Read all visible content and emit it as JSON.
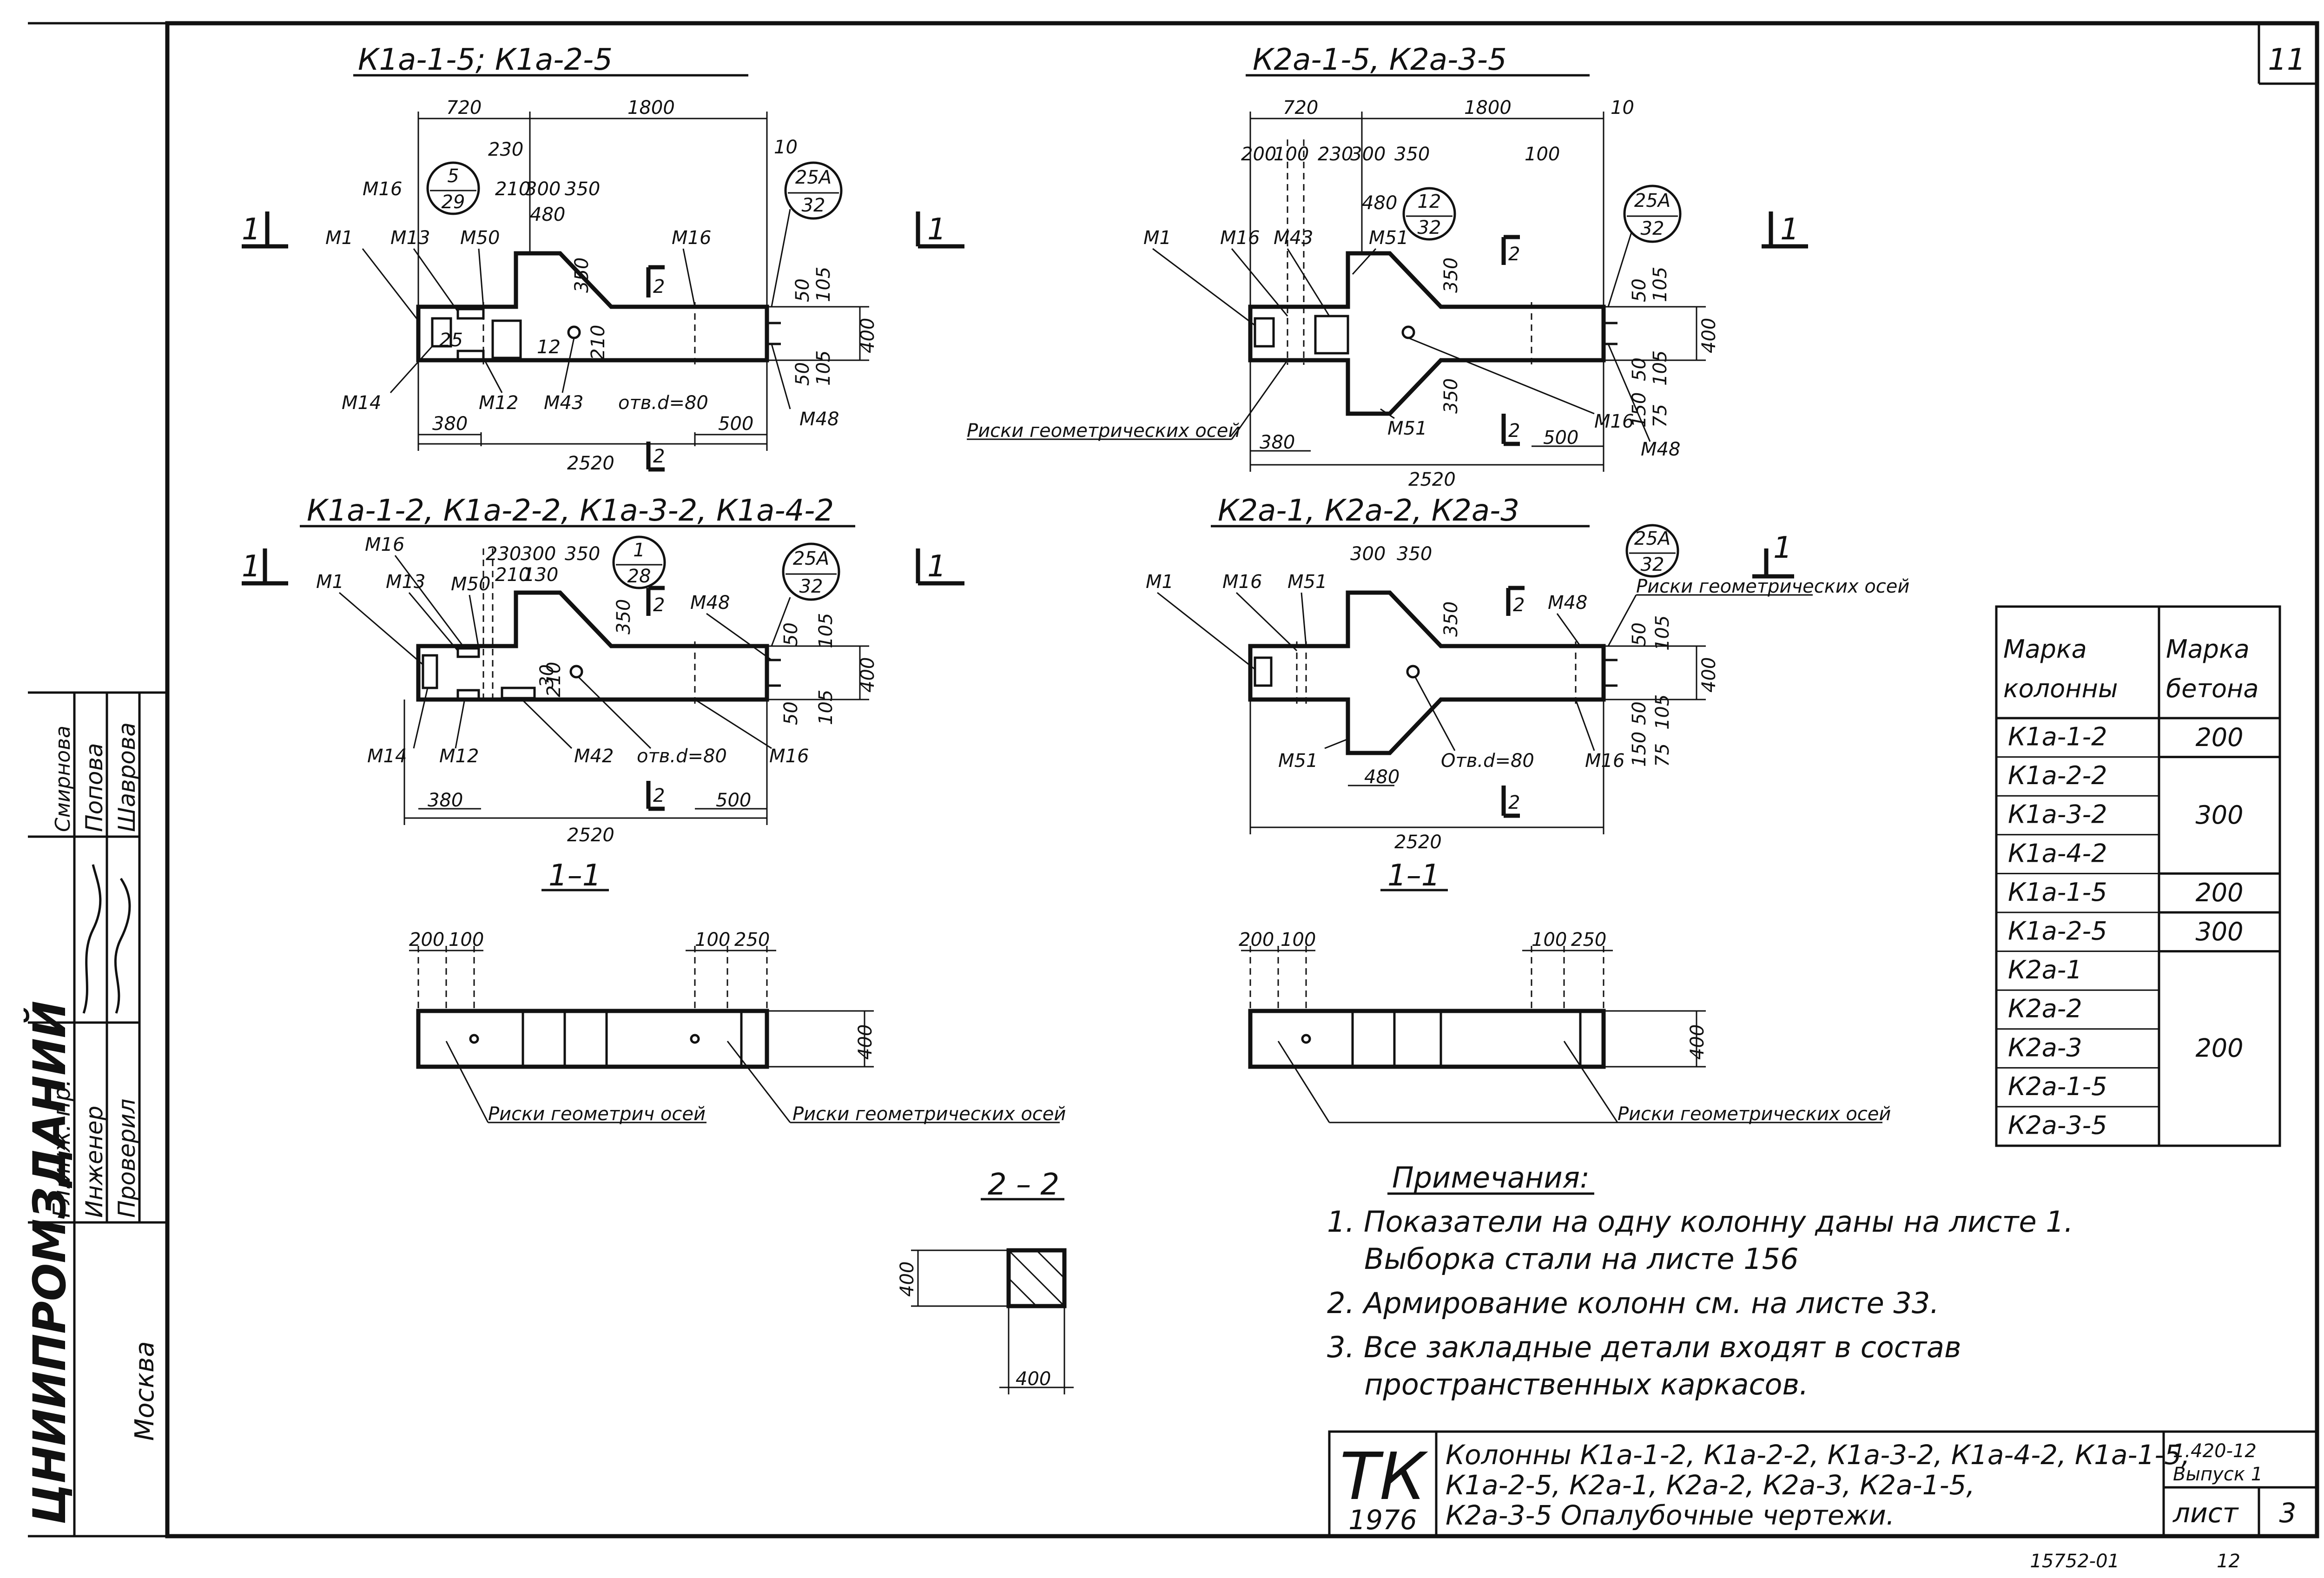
{
  "sheet": {
    "page_number": "11",
    "bottom_code": "15752-01",
    "bottom_page": "12"
  },
  "side_stamp": {
    "org": "ЦНИИПРОМЗДАНИЙ",
    "city": "Москва",
    "roles": [
      "Гл.инж. пр.",
      "Инженер",
      "Проверил"
    ],
    "names": [
      "Попова",
      "Шаврова"
    ],
    "extra": "Смирнова"
  },
  "views": {
    "v1": {
      "title": "К1а-1-5; К1а-2-5",
      "dims_top": [
        "720",
        "1800",
        "230",
        "210",
        "300",
        "350",
        "480",
        "10",
        "25",
        "12",
        "210",
        "350",
        "105",
        "400",
        "50",
        "105",
        "50"
      ],
      "dims_bottom": [
        "380",
        "500",
        "2520"
      ],
      "marks": [
        "М16",
        "М1",
        "М13",
        "М50",
        "М16",
        "М14",
        "М12",
        "М43",
        "отв.d=80",
        "М48"
      ],
      "bubbles": [
        [
          "5",
          "29"
        ],
        [
          "25А",
          "32"
        ]
      ],
      "section_marks": [
        "1",
        "1",
        "2",
        "2"
      ]
    },
    "v2": {
      "title": "К2а-1-5, К2а-3-5",
      "dims_top": [
        "720",
        "1800",
        "10",
        "200",
        "100",
        "230",
        "300",
        "350",
        "100",
        "480",
        "350",
        "350",
        "50",
        "105",
        "400",
        "50",
        "105",
        "150",
        "75"
      ],
      "dims_bottom": [
        "380",
        "500",
        "2520"
      ],
      "marks": [
        "М1",
        "М16",
        "М43",
        "М51",
        "М51",
        "М16",
        "М48"
      ],
      "bubbles": [
        [
          "12",
          "32"
        ],
        [
          "25А",
          "32"
        ]
      ],
      "note": "Риски геометрических осей",
      "section_marks": [
        "1",
        "1",
        "2",
        "2"
      ]
    },
    "v3": {
      "title": "К1а-1-2, К1а-2-2, К1а-3-2, К1а-4-2",
      "dims_top": [
        "230",
        "300",
        "350",
        "210",
        "130",
        "350",
        "50",
        "105",
        "400",
        "105",
        "50",
        "210",
        "30"
      ],
      "dims_bottom": [
        "380",
        "500",
        "2520"
      ],
      "marks": [
        "М16",
        "М1",
        "М13",
        "М50",
        "М48",
        "М14",
        "М12",
        "М42",
        "отв.d=80",
        "М16"
      ],
      "bubbles": [
        [
          "1",
          "28"
        ],
        [
          "25А",
          "32"
        ]
      ],
      "section_marks": [
        "1",
        "1",
        "2",
        "2"
      ]
    },
    "v4": {
      "title": "К2а-1, К2а-2, К2а-3",
      "dims_top": [
        "300",
        "350",
        "350",
        "50",
        "105",
        "400",
        "105",
        "50",
        "150",
        "75"
      ],
      "dims_bottom": [
        "480",
        "2520"
      ],
      "marks": [
        "М1",
        "М16",
        "М51",
        "М48",
        "М51",
        "Отв.d=80",
        "М16"
      ],
      "bubbles": [
        [
          "25А",
          "32"
        ]
      ],
      "note": "Риски геометрических осей",
      "section_marks": [
        "1",
        "2",
        "2"
      ]
    },
    "s1a": {
      "title": "1–1",
      "dims": [
        "200",
        "100",
        "100",
        "250",
        "400"
      ],
      "notes": [
        "Риски геометрич осей",
        "Риски геометрических осей"
      ]
    },
    "s1b": {
      "title": "1–1",
      "dims": [
        "200",
        "100",
        "100",
        "250",
        "400"
      ],
      "notes": [
        "Риски геометрических осей"
      ]
    },
    "s2": {
      "title": "2 – 2",
      "dims": [
        "400",
        "400"
      ]
    }
  },
  "table": {
    "headers": [
      [
        "Марка",
        "колонны"
      ],
      [
        "Марка",
        "бетона"
      ]
    ],
    "rows": [
      "К1а-1-2",
      "К1а-2-2",
      "К1а-3-2",
      "К1а-4-2",
      "К1а-1-5",
      "К1а-2-5",
      "К2а-1",
      "К2а-2",
      "К2а-3",
      "К2а-1-5",
      "К2а-3-5"
    ],
    "grades": [
      {
        "text": "200",
        "row_start": 0,
        "row_span": 1
      },
      {
        "text": "300",
        "row_start": 1,
        "row_span": 3
      },
      {
        "text": "200",
        "row_start": 4,
        "row_span": 1
      },
      {
        "text": "300",
        "row_start": 5,
        "row_span": 1
      },
      {
        "text": "200",
        "row_start": 6,
        "row_span": 5
      }
    ]
  },
  "notes": {
    "title": "Примечания:",
    "items": [
      [
        "1. Показатели на одну колонну даны на листе 1.",
        "Выборка стали на листе 156"
      ],
      [
        "2. Армирование колонн см. на листе 33."
      ],
      [
        "3. Все закладные детали входят в состав",
        "пространственных каркасов."
      ]
    ]
  },
  "title_block": {
    "logo": "ТК",
    "year": "1976",
    "description": [
      "Колонны К1а-1-2, К1а-2-2, К1а-3-2, К1а-4-2, К1а-1-5,",
      "К1а-2-5, К2а-1, К2а-2, К2а-3, К2а-1-5,",
      "К2а-3-5        Опалубочные чертежи."
    ],
    "series": "1.420-12",
    "issue": "Выпуск 1",
    "sheet_label": "лист",
    "sheet_no": "3"
  }
}
